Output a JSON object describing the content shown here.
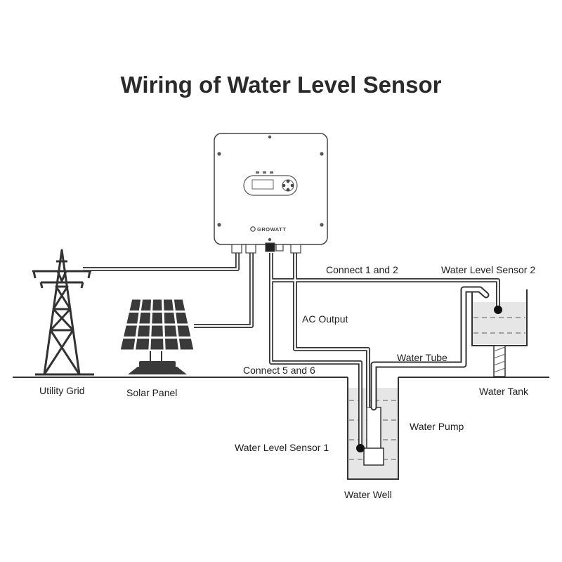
{
  "title": "Wiring of Water Level Sensor",
  "labels": {
    "utility_grid": "Utility Grid",
    "solar_panel": "Solar Panel",
    "connect_1_2": "Connect 1 and 2",
    "water_level_sensor_2": "Water Level Sensor 2",
    "ac_output": "AC Output",
    "water_tube": "Water Tube",
    "connect_5_6": "Connect 5 and 6",
    "water_tank": "Water Tank",
    "water_pump": "Water Pump",
    "water_level_sensor_1": "Water Level Sensor 1",
    "water_well": "Water Well"
  },
  "inverter": {
    "brand": "GROWATT"
  },
  "colors": {
    "line": "#333333",
    "wire_fill": "#ffffff",
    "water": "#e6e6e6",
    "solar_cell": "#3a3a3a",
    "text": "#1e1e1e"
  }
}
